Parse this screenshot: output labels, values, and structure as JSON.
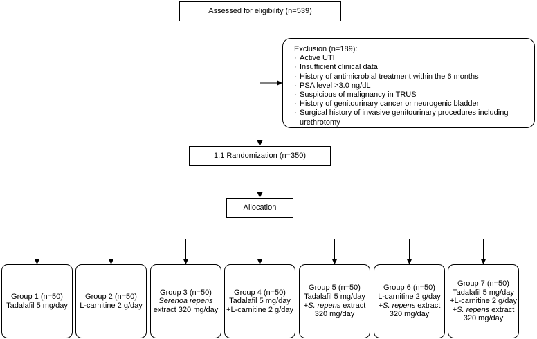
{
  "eligibility": {
    "label": "Assessed for eligibility (n=539)"
  },
  "exclusion": {
    "title": "Exclusion (n=189):",
    "items": [
      "Active UTI",
      "Insufficient clinical data",
      "History of antimicrobial treatment within the 6 months",
      "PSA level >3.0 ng/dL",
      "Suspicious of malignancy in TRUS",
      "History of genitourinary cancer or neurogenic bladder",
      "Surgical history of invasive genitourinary procedures including",
      "urethrotomy"
    ]
  },
  "randomization": {
    "label": "1:1 Randomization (n=350)"
  },
  "allocation": {
    "label": "Allocation"
  },
  "groups": [
    {
      "title": "Group 1 (n=50)",
      "l1": "Tadalafil 5 mg/day"
    },
    {
      "title": "Group 2 (n=50)",
      "l1": "L-carnitine 2 g/day"
    },
    {
      "title": "Group 3 (n=50)",
      "l1_italic": "Serenoa repens",
      "l2": "extract 320 mg/day"
    },
    {
      "title": "Group 4 (n=50)",
      "l1": "Tadalafil 5 mg/day",
      "l2": "+L-carnitine 2 g/day"
    },
    {
      "title": "Group 5 (n=50)",
      "l1": "Tadalafil 5 mg/day",
      "l2_pre": "+",
      "l2_italic": "S. repens",
      "l2_post": " extract",
      "l3": "320 mg/day"
    },
    {
      "title": "Group 6 (n=50)",
      "l1": "L-carnitine 2 g/day",
      "l2_pre": "+",
      "l2_italic": "S. repens",
      "l2_post": " extract",
      "l3": "320 mg/day"
    },
    {
      "title": "Group 7 (n=50)",
      "l1": "Tadalafil 5 mg/day",
      "l2": "+L-carnitine 2 g/day",
      "l3_pre": "+",
      "l3_italic": "S. repens",
      "l3_post": " extract",
      "l4": "320 mg/day"
    }
  ]
}
